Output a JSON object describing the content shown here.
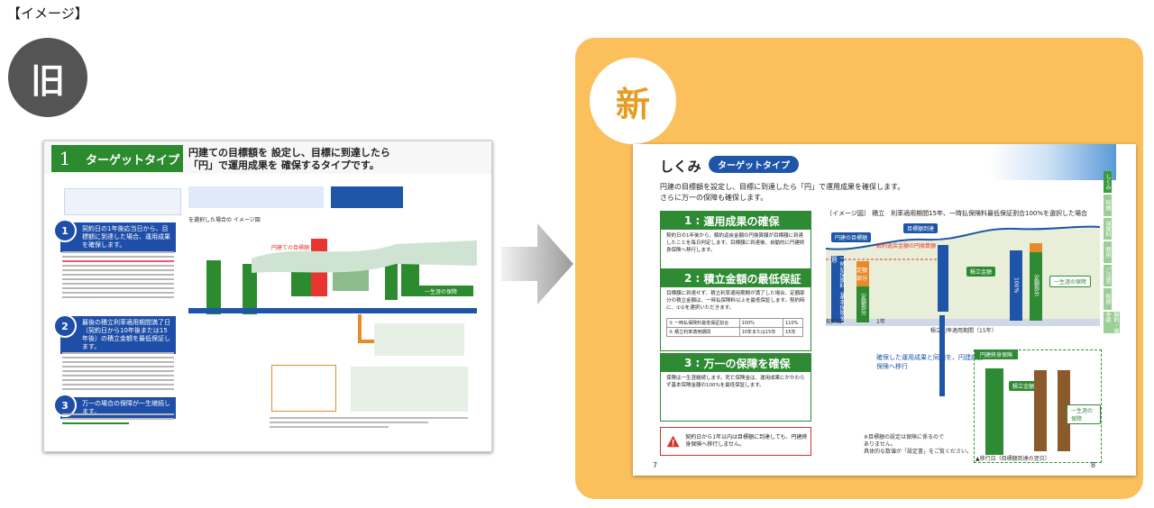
{
  "caption": "【イメージ】",
  "old": {
    "badge": "旧",
    "number": "1",
    "type_label": "ターゲットタイプ",
    "headline_1": "円建ての目標額を 設定し、目標に到達したら",
    "headline_2": "「円」で運用成果を 確保するタイプです。",
    "steps": [
      {
        "num": "1",
        "text": "契約日の1年後応当日から、目標額に到達した場合、運用成果を確保します。"
      },
      {
        "num": "2",
        "text": "最後の積立利率適用期間満了日（契約日から10年後または15年後）の積立金額を最低保証します。"
      },
      {
        "num": "3",
        "text": "万一の場合の保障が一生継続します。"
      }
    ],
    "chart_caption": "を選択した場合の イメージ図",
    "ribbon_label": "一生涯の保障",
    "target_label": "円建ての目標額"
  },
  "new": {
    "badge": "新",
    "section_title": "しくみ",
    "pill": "ターゲットタイプ",
    "intro_1": "円建の目標額を設定し、目標に到達したら「円」で運用成果を確保します。",
    "intro_2": "さらに万一の保障も確保します。",
    "boxes": [
      {
        "num": "1",
        "title": "運用成果の確保",
        "text": "契約日の1年後から、解約返戻金額の円換算額が目標額に到達したことを毎日判定します。目標額に到達後、自動的に円建終身保険へ移行します。"
      },
      {
        "num": "2",
        "title": "積立金額の最低保証",
        "text": "目標額に到達せず、積立利率適用期間が満了した場合、定額部分の積立金額は、一時払保険料以上を最低保証します。契約時に、①②を選択いただきます。"
      },
      {
        "num": "3",
        "title": "万一の保障を確保",
        "text": "保険は一生涯継続します。死亡保険金は、運用成果にかかわらず基本保険金額の100%を最低保証します。"
      }
    ],
    "table": [
      {
        "label": "① 一時払保険料最低保証割合",
        "a": "100%",
        "b": "110%"
      },
      {
        "label": "② 積立利率適用期間",
        "a": "10年または15年",
        "b": "15年"
      }
    ],
    "warning": "契約日から1年以内は目標額に到達しても、円建終身保険へ移行しません。",
    "chart_title": "〔イメージ図〕 積立　利率適用期間15年、一時払保険料最低保証割合100%を選択した場合",
    "target_bubble": "目標額到達",
    "target_label": "円建の目標額",
    "sub_target": "解約返戻金額の円換算額",
    "col_initial": "一時払保険料（基本保険金額）",
    "col_fixed": "定額部分",
    "col_variable": "定額部分",
    "tsumitate": "積立金額",
    "tsumitate_ratio": "100%",
    "lifetime": "一生涯の保障",
    "transfer_text": "確保した運用成果と同額を、円建終身保険へ移行",
    "lower_header": "円建終身保険",
    "note_1": "※目標額の設定は保険に係るので",
    "note_2": "ありません。",
    "note_3": "具体的な数値が「設定書」をご覧ください。",
    "footer_note": "▲移行日（目標額到達の翌日）",
    "axis_1": "契約日",
    "axis_2": "1年",
    "axis_3": "積立利率適用期間（15年）",
    "page_left": "7",
    "page_right": "8",
    "side_tabs": [
      "しくみ",
      "特徴",
      "保険料",
      "費用",
      "ご注意",
      "税務",
      "解約・諸手続"
    ]
  }
}
